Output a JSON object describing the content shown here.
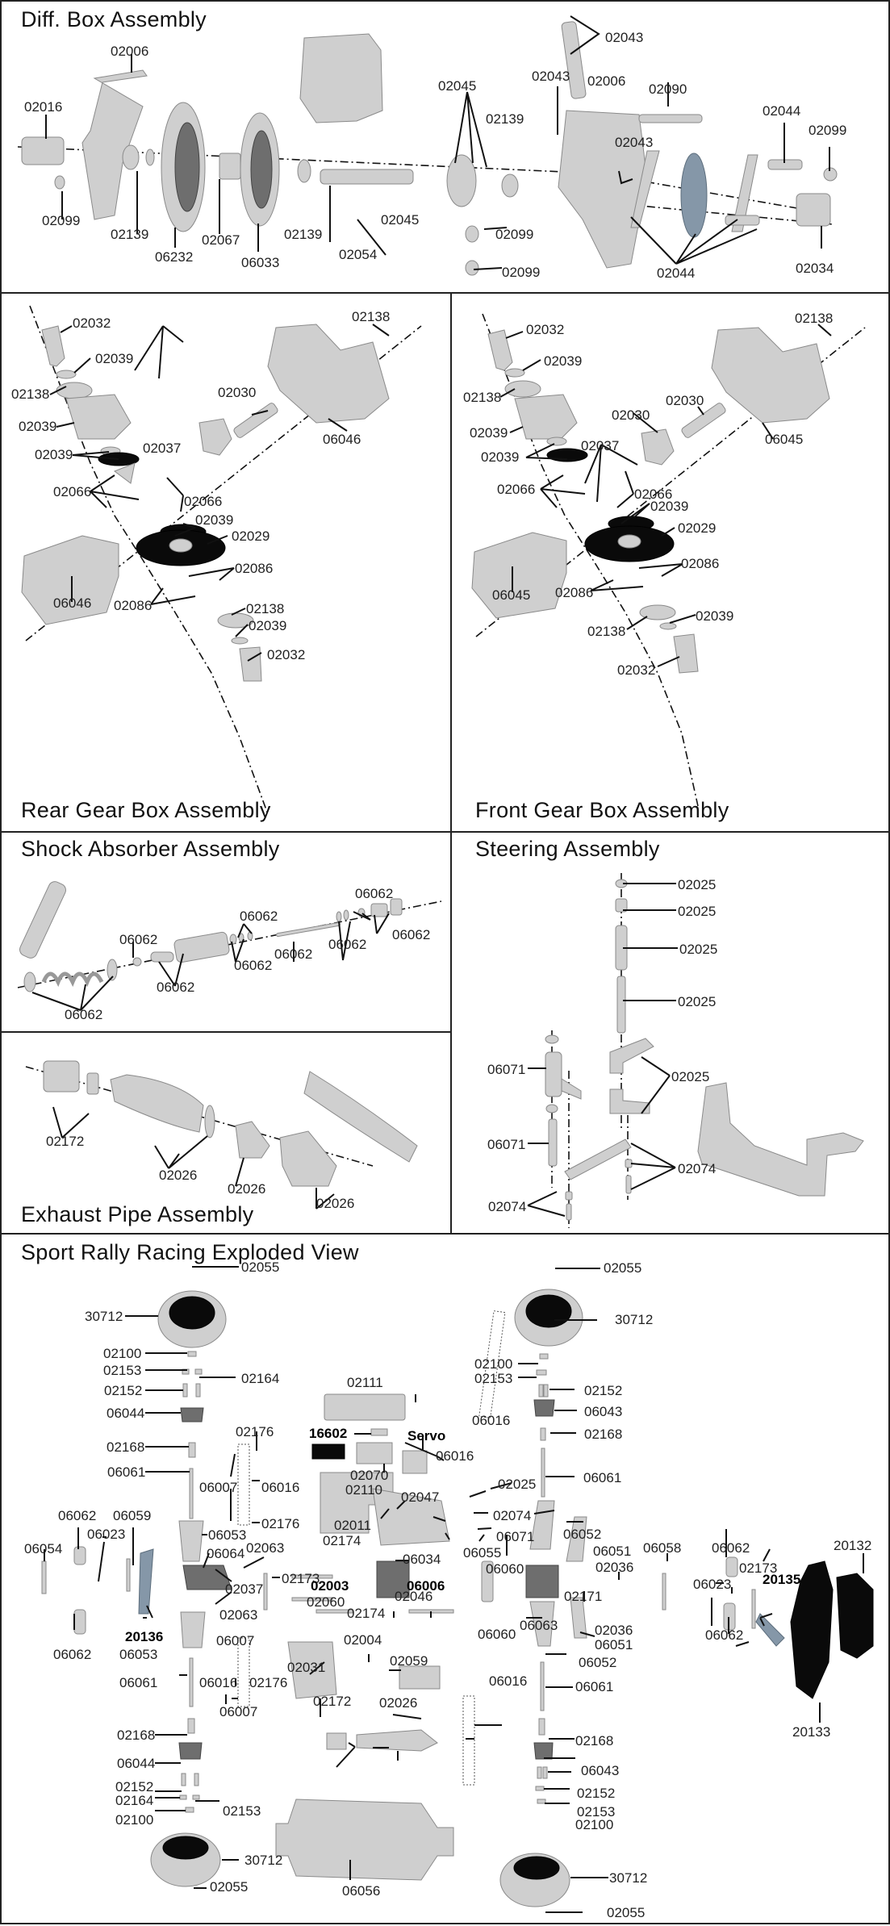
{
  "sections": {
    "diff_box": {
      "title": "Diff. Box Assembly",
      "labels": [
        "02006",
        "02016",
        "02099",
        "02139",
        "06232",
        "02067",
        "06033",
        "02139",
        "02054",
        "02045",
        "02045",
        "02099",
        "02099",
        "02043",
        "02043",
        "02006",
        "02139",
        "02090",
        "02043",
        "02044",
        "02099",
        "02044",
        "02034"
      ]
    },
    "rear_gear_box": {
      "title": "Rear Gear Box Assembly",
      "labels": [
        "02032",
        "02039",
        "02138",
        "02039",
        "02039",
        "02037",
        "02066",
        "02066",
        "02039",
        "02029",
        "02086",
        "02086",
        "06046",
        "06046",
        "02030",
        "02138",
        "02138",
        "02039",
        "02032"
      ]
    },
    "front_gear_box": {
      "title": "Front Gear Box Assembly",
      "labels": [
        "02032",
        "02039",
        "02138",
        "02039",
        "02039",
        "02037",
        "02066",
        "02066",
        "02039",
        "02029",
        "02086",
        "02086",
        "06045",
        "06045",
        "02030",
        "02030",
        "02138",
        "02138",
        "02039",
        "02032"
      ]
    },
    "shock_absorber": {
      "title": "Shock Absorber Assembly",
      "labels": [
        "06062",
        "06062",
        "06062",
        "06062",
        "06062",
        "06062",
        "06062",
        "06062",
        "06062"
      ]
    },
    "steering": {
      "title": "Steering Assembly",
      "labels": [
        "02025",
        "02025",
        "02025",
        "02025",
        "02025",
        "06071",
        "06071",
        "02074",
        "02074"
      ]
    },
    "exhaust_pipe": {
      "title": "Exhaust Pipe Assembly",
      "labels": [
        "02172",
        "02026",
        "02026",
        "02026"
      ]
    },
    "exploded_view": {
      "title": "Sport Rally Racing Exploded View",
      "labels": [
        "02055",
        "30712",
        "02100",
        "02153",
        "02164",
        "02152",
        "06044",
        "02168",
        "06061",
        "02176",
        "06007",
        "06016",
        "02176",
        "06062",
        "06059",
        "06023",
        "06054",
        "06053",
        "06064",
        "02063",
        "02037",
        "02063",
        "02173",
        "20136",
        "06062",
        "06053",
        "06007",
        "06016",
        "02176",
        "06007",
        "06061",
        "02168",
        "06044",
        "02152",
        "02164",
        "02153",
        "02100",
        "30712",
        "02055",
        "02111",
        "16602",
        "Servo",
        "06016",
        "02070",
        "02110",
        "02047",
        "02011",
        "02174",
        "06034",
        "02003",
        "06006",
        "02060",
        "02174",
        "02046",
        "02004",
        "02031",
        "02059",
        "06016",
        "02172",
        "02026",
        "06056",
        "02055",
        "30712",
        "02100",
        "02153",
        "06016",
        "02152",
        "06043",
        "02168",
        "06061",
        "02025",
        "02074",
        "06071",
        "06052",
        "06055",
        "06060",
        "06051",
        "06058",
        "02036",
        "02171",
        "06060",
        "06063",
        "02036",
        "06051",
        "06052",
        "06061",
        "02168",
        "06043",
        "02152",
        "02153",
        "02100",
        "30712",
        "02055",
        "06062",
        "02173",
        "06023",
        "20135",
        "06062",
        "20132",
        "20133"
      ]
    }
  },
  "colors": {
    "border": "#222222",
    "part_light": "#cfcfcf",
    "part_dark": "#6e6e6e",
    "accent_blue": "#8597a8"
  }
}
